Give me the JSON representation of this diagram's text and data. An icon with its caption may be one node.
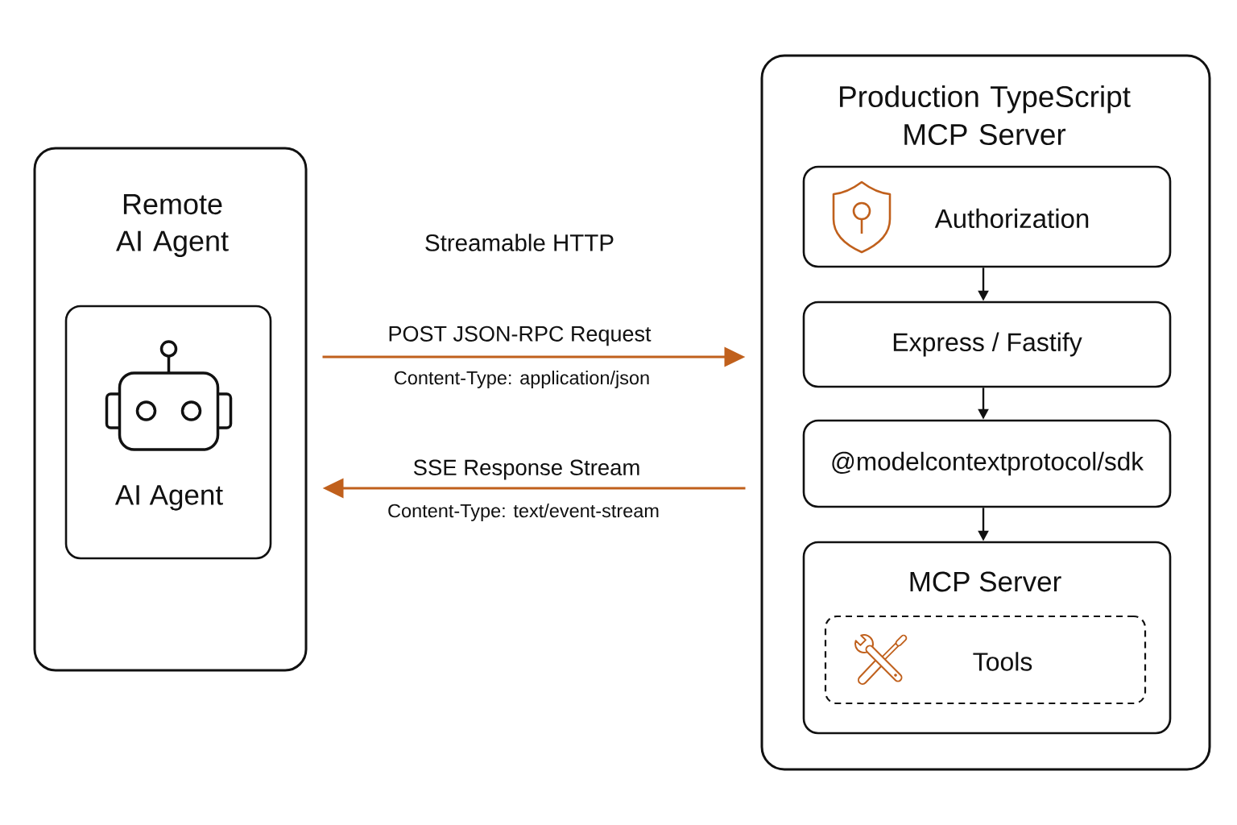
{
  "diagram": {
    "nodes": [
      {
        "text": [
          "Remote AI Agent"
        ]
      },
      {
        "text": [
          "AI Agent"
        ],
        "in": 0
      },
      {
        "text": [
          "Production TypeScript MCP Server"
        ]
      },
      {
        "text": [
          "Authorization"
        ],
        "in": 2
      },
      {
        "text": [
          "Express / Fastify"
        ],
        "in": 2
      },
      {
        "text": [
          "@modelcontextprotocol/sdk"
        ],
        "in": 2
      },
      {
        "text": [
          "MCP Server"
        ],
        "in": 2
      },
      {
        "text": [
          "Tools"
        ],
        "in": 6
      }
    ],
    "edges": [
      {
        "from": 0,
        "to": 2,
        "arrow": "to",
        "label": "POST JSON-RPC Request",
        "color": "#c0601c"
      },
      {
        "from": 2,
        "to": 0,
        "arrow": "to",
        "label": "SSE Response Stream",
        "color": "#c0601c"
      },
      {
        "from": 3,
        "to": 4,
        "arrow": "to"
      },
      {
        "from": 4,
        "to": 5,
        "arrow": "to"
      },
      {
        "from": 5,
        "to": 6,
        "arrow": "to"
      }
    ],
    "labels": [
      "Streamable HTTP",
      "Content-Type: application/json",
      "Content-Type: text/event-stream"
    ]
  }
}
